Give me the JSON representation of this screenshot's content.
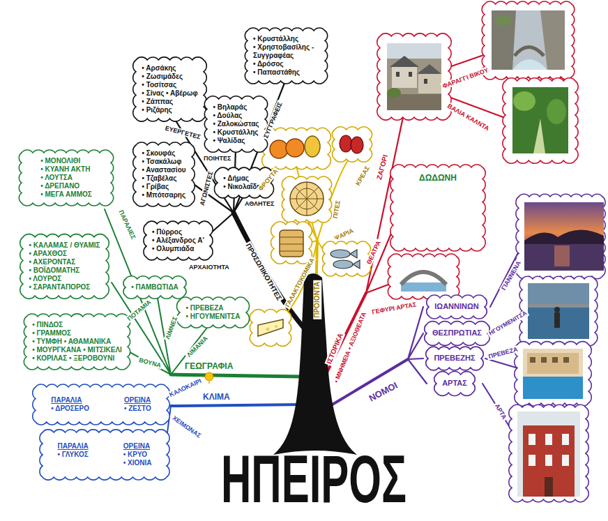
{
  "diagram": {
    "title": "ΗΠΕΙΡΟΣ",
    "nodes": [
      {
        "text": [
          "• Κρυστάλλης",
          "• Χρηστοβασίλης - Συγγραφέας",
          "• Δρόσος",
          "• Παπαστάθης"
        ]
      },
      {
        "text": [
          "• Αρσάκης",
          "• Ζωσιμάδες",
          "• Τοσίτσας",
          "• Σίνας • Αβέρωφ",
          "• Ζάππας",
          "• Ριζάρης"
        ]
      },
      {
        "text": [
          "• Βηλαράς",
          "• Δούλας",
          "• Ζαλοκώστας",
          "• Κρυστάλλης",
          "• Ψαλίδας"
        ]
      },
      {
        "text": [
          "• Σκουφάς",
          "• Τσακάλωφ",
          "• Αναστασίου",
          "• Τζαβέλας",
          "• Γρίβας",
          "• Μπότσαρης"
        ]
      },
      {
        "text": [
          "• Δήμας",
          "• Νικολαΐδης"
        ]
      },
      {
        "text": [
          "• ΜΟΝΟΛΙΘΙ",
          "• ΚΥΑΝΗ ΑΚΤΗ",
          "• ΛΟΥΤΣΑ",
          "• ΔΡΕΠΑΝΟ",
          "• ΜΕΓΑ ΑΜΜΟΣ"
        ]
      },
      {
        "text": [
          "• Πύρρος",
          "• Αλέξανδρος Α'",
          "• Ολυμπιάδα"
        ]
      },
      {
        "text": [
          "ΔΩΔΩΝΗ"
        ]
      },
      {
        "text": [
          "• ΚΑΛΑΜΑΣ / ΘΥΑΜΙΣ",
          "• ΑΡΑΧΘΟΣ",
          "• ΑΧΕΡΟΝΤΑΣ",
          "• ΒΟΪΔΟΜΑΤΗΣ",
          "• ΛΟΥΡΟΣ",
          "• ΣΑΡΑΝΤΑΠΟΡΟΣ"
        ]
      },
      {
        "text": [
          "• ΠΑΜΒΩΤΙΔΑ"
        ]
      },
      {
        "text": [
          "• ΠΡΕΒΕΖΑ",
          "• ΗΓΟΥΜΕΝΙΤΣΑ"
        ]
      },
      {
        "text": [
          "ΙΩΑΝΝΙΝΩΝ"
        ]
      },
      {
        "text": [
          "ΘΕΣΠΡΩΤΙΑΣ"
        ]
      },
      {
        "text": [
          "• ΠΙΝΔΟΣ",
          "• ΓΡΑΜΜΟΣ",
          "• ΤΥΜΦΗ • ΑΘΑΜΑΝΙΚΑ",
          "• ΜΟΥΡΓΚΑΝΑ • ΜΙΤΣΙΚΕΛΙ",
          "• ΚΟΡΙΛΑΣ • ΞΕΡΟΒΟΥΝΙ"
        ]
      },
      {
        "text": [
          "ΠΡΕΒΕΖΗΣ"
        ]
      },
      {
        "text": [
          "ΑΡΤΑΣ"
        ]
      },
      {
        "text": [
          "ΠΑΡΑΛΙΑ",
          "• ΔΡΟΣΕΡΟ",
          "ΟΡΕΙΝΑ",
          "• ΖΕΣΤΟ"
        ]
      },
      {
        "text": [
          "ΠΑΡΑΛΙΑ",
          "• ΓΛΥΚΟΣ",
          "ΟΡΕΙΝΑ",
          "• ΚΡΥΟ",
          "• ΧΙΟΝΙΑ"
        ]
      }
    ],
    "labels": [
      "ΣΥΓΓΡΑΦΕΙΣ",
      "ΕΥΕΡΓΕΤΕΣ",
      "ΠΟΙΗΤΕΣ",
      "ΑΓΩΝΙΣΤΕΣ",
      "ΑΘΛΗΤΕΣ",
      "ΑΡΧΑΙΟΤΗΤΑ",
      "ΠΡΟΣΩΠΙΚΟΤΗΤΕΣ",
      "ΦΡΟΥΤΑ",
      "ΚΡΕΑΣ",
      "ΠΙΤΕΣ",
      "ΨΑΡΙΑ",
      "ΓΑΛΑΚΤΟΚΟΜΙΚΑ",
      "ΠΡΟΙΟΝΤΑ",
      "ΖΑΓΟΡΙ",
      "ΦΑΡΑΓΓΙ ΒΙΚΟΥ",
      "ΒΑΛΙΑ ΚΑΛΝΤΑ",
      "ΘΕΑΤΡΑ",
      "ΓΕΦΥΡΙ ΑΡΤΑΣ",
      "ΙΣΤΟΡΙΚΑ",
      "• ΜΝΗΜΕΙΑ • ΑΞΙΟΘΕΑΤΑ",
      "ΝΟΜΟΙ",
      "ΓΙΑΝΝΕΝΑ",
      "ΗΓΟΥΜΕΝΙΤΣΑ",
      "ΠΡΕΒΕΖΑ",
      "ΑΡΤΑ",
      "ΓΕΩΓΡΑΦΙΑ",
      "ΠΑΡΑΛΙΕΣ",
      "ΠΟΤΑΜΙΑ",
      "ΛΙΜΝΕΣ",
      "ΛΙΜΑΝΙΑ",
      "ΒΟΥΝΑ",
      "ΚΛΙΜΑ",
      "ΚΑΛΟΚΑΙΡΙ",
      "ΧΕΙΜΩΝΑΣ"
    ]
  }
}
